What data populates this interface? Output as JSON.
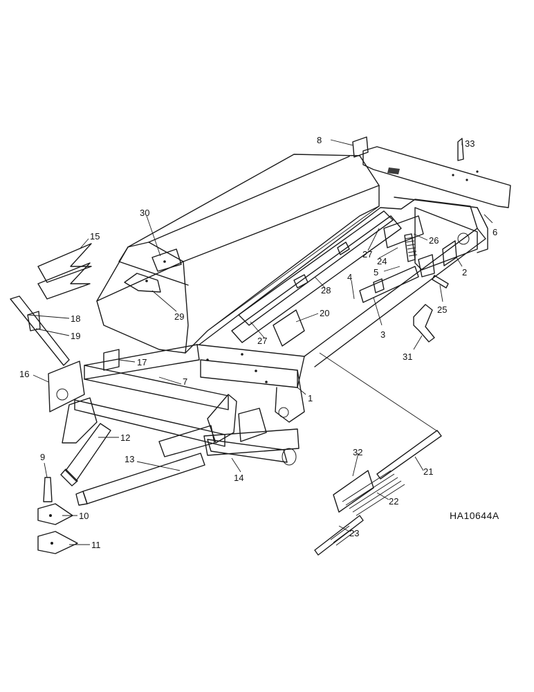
{
  "drawing_code": "HA10644A",
  "callouts": [
    "1",
    "2",
    "3",
    "4",
    "5",
    "6",
    "7",
    "8",
    "9",
    "10",
    "11",
    "12",
    "13",
    "14",
    "15",
    "16",
    "17",
    "18",
    "19",
    "20",
    "21",
    "22",
    "23",
    "24",
    "25",
    "26",
    "27",
    "28",
    "29",
    "30",
    "31",
    "32",
    "33",
    "27"
  ]
}
